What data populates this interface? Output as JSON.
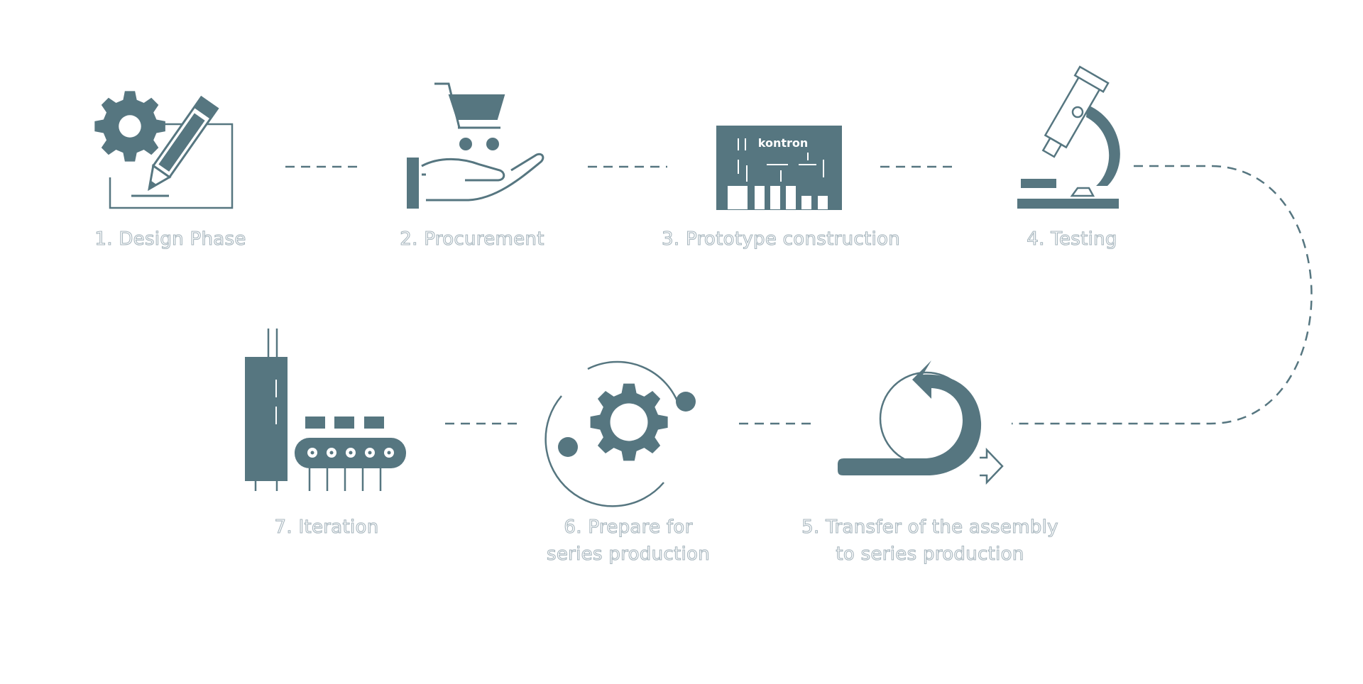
{
  "colors": {
    "icon_fill": "#567680",
    "icon_stroke": "#567680",
    "label_outline": "#a7b6be",
    "connector": "#567680",
    "background": "#ffffff"
  },
  "steps": [
    {
      "label": "1. Design Phase",
      "icon": "gear-pencil-icon"
    },
    {
      "label": "2. Procurement",
      "icon": "hand-cart-icon"
    },
    {
      "label": "3. Prototype construction",
      "icon": "circuit-board-icon",
      "board_text": "kontron"
    },
    {
      "label": "4. Testing",
      "icon": "microscope-icon"
    },
    {
      "label_lines": [
        "5. Transfer of the assembly",
        "to series production"
      ],
      "icon": "circular-arrow-icon"
    },
    {
      "label_lines": [
        "6. Prepare for",
        "series production"
      ],
      "icon": "gear-orbit-icon"
    },
    {
      "label": "7. Iteration",
      "icon": "conveyor-production-icon"
    }
  ]
}
